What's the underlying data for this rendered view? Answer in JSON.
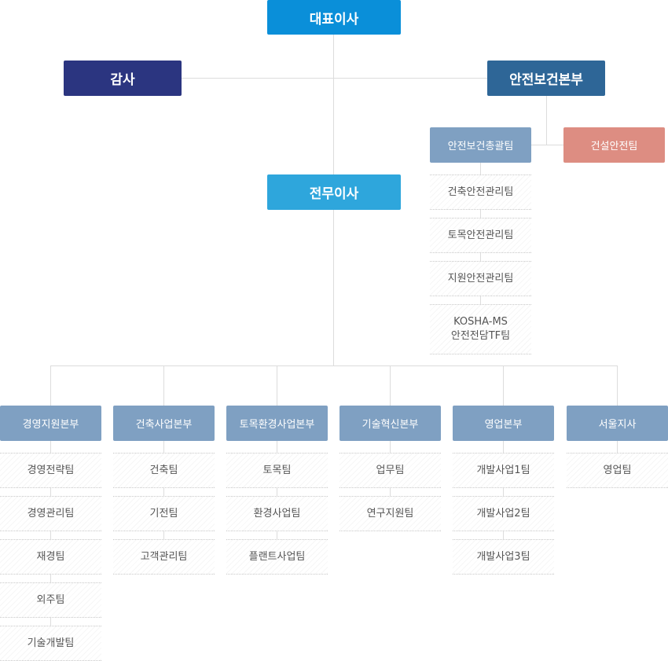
{
  "colors": {
    "ceo": "#0a8fd9",
    "audit": "#2b3580",
    "safety_hq": "#2e6697",
    "director": "#2ea6dc",
    "safety_general": "#7fa0c2",
    "construction_safety": "#dd8d82",
    "division": "#7fa0c2",
    "line": "#dcdcdc"
  },
  "ceo": "대표이사",
  "audit": "감사",
  "safety_hq": {
    "title": "안전보건본부",
    "general_team": "안전보건총괄팀",
    "construction_safety_team": "건설안전팀",
    "teams": [
      "건축안전관리팀",
      "토목안전관리팀",
      "지원안전관리팀",
      "KOSHA-MS\n안전전담TF팀"
    ]
  },
  "director": "전무이사",
  "divisions": [
    {
      "title": "경영지원본부",
      "teams": [
        "경영전략팀",
        "경영관리팀",
        "재경팀",
        "외주팀",
        "기술개발팀"
      ]
    },
    {
      "title": "건축사업본부",
      "teams": [
        "건축팀",
        "기전팀",
        "고객관리팀"
      ]
    },
    {
      "title": "토목환경사업본부",
      "teams": [
        "토목팀",
        "환경사업팀",
        "플랜트사업팀"
      ]
    },
    {
      "title": "기술혁신본부",
      "teams": [
        "업무팀",
        "연구지원팀"
      ]
    },
    {
      "title": "영업본부",
      "teams": [
        "개발사업1팀",
        "개발사업2팀",
        "개발사업3팀"
      ]
    },
    {
      "title": "서울지사",
      "teams": [
        "영업팀"
      ]
    }
  ]
}
